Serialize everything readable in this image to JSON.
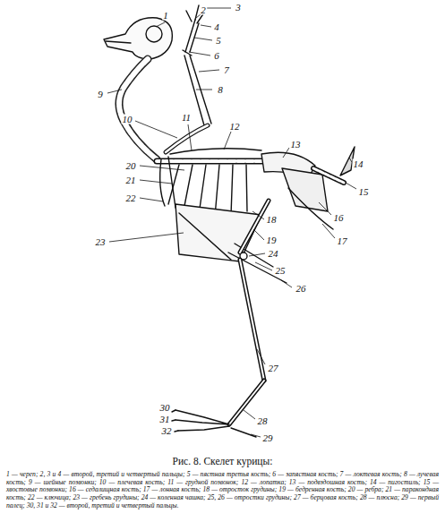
{
  "diagram": {
    "title": "Рис. 8. Скелет курицы:",
    "caption": "1 — череп; 2, 3 и 4 — второй, третий и четвертый пальцы; 5 — пястная третья кость; 6 — запястная кость; 7 — локтевая кость; 8 — лучевая кость; 9 — шейные позвонки; 10 — плечевая кость; 11 — грудной позвонок; 12 — лопатка; 13 — подвздошная кость; 14 — пигостиль; 15 — хвостовые позвонки; 16 — седалищная кость; 17 — лонная кость; 18 — отросток грудины; 19 — бедренная кость; 20 — ребра; 21 — паракондная кость; 22 — ключица; 23 — гребень грудины; 24 — коленная чашка; 25, 26 — отростки грудины; 27 — берцовая кость; 28 — плюсна; 29 — первый палец; 30, 31 и 32 — второй, третий и четвертый пальцы.",
    "labels": [
      "1",
      "2",
      "3",
      "4",
      "5",
      "6",
      "7",
      "8",
      "9",
      "10",
      "11",
      "12",
      "13",
      "14",
      "15",
      "16",
      "17",
      "18",
      "19",
      "20",
      "21",
      "22",
      "23",
      "24",
      "25",
      "26",
      "27",
      "28",
      "29",
      "30",
      "31",
      "32"
    ]
  }
}
